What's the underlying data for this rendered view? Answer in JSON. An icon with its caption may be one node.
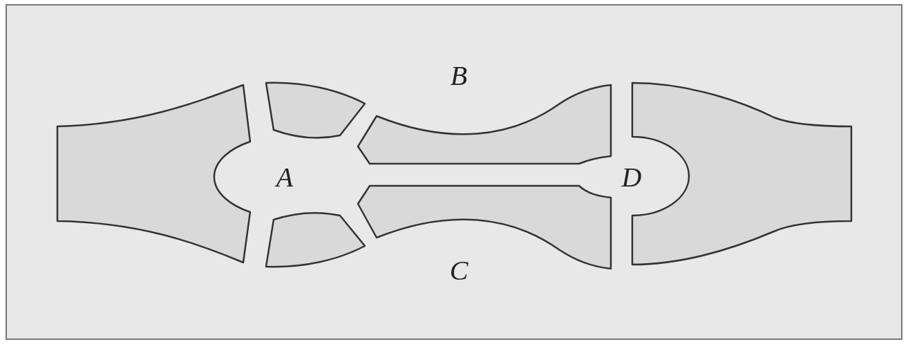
{
  "diagram": {
    "labels": [
      "B",
      "A",
      "D",
      "C"
    ]
  }
}
